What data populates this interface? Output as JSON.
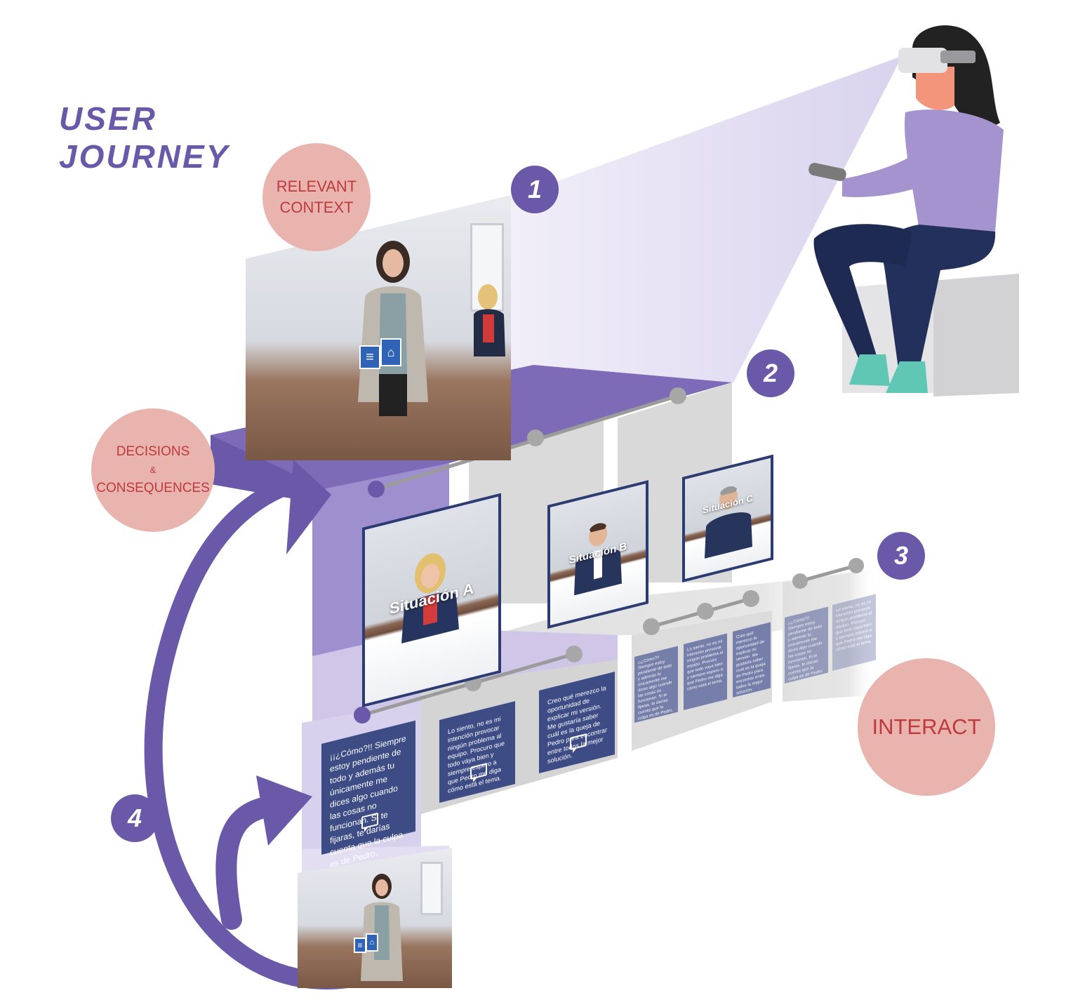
{
  "title": {
    "line1": "USER",
    "line2": "JOURNEY"
  },
  "bubbles": {
    "relevant_context": {
      "line1": "RELEVANT",
      "line2": "CONTEXT"
    },
    "decisions": {
      "line1": "DECISIONS",
      "amp": "&",
      "line2": "CONSEQUENCES"
    },
    "interact": {
      "label": "INTERACT"
    }
  },
  "steps": [
    "1",
    "2",
    "3",
    "4"
  ],
  "situations": [
    {
      "label": "Situación A"
    },
    {
      "label": "Situación B"
    },
    {
      "label": "Situación C"
    }
  ],
  "responses": [
    {
      "text": "¡¡¿Cómo?!! Siempre estoy pendiente de todo y además tu únicamente me dices algo cuando las cosas no funcionan. Si te fijaras, te darías cuenta que la culpa es de Pedro."
    },
    {
      "text": "Lo siento, no es mi intención provocar ningún problema al equipo. Procuro que todo vaya bien y siempre espero a que Pedro me diga cómo está el tema."
    },
    {
      "text": "Creo qué merezco la oportunidad de explicar mi versión. Me gustaría saber cuál es la queja de Pedro para encontrar entre todos la mejor solución."
    }
  ],
  "colors": {
    "purple": "#6a58a8",
    "purple_light": "#c9c0e4",
    "purple_pale": "#ddd7ef",
    "pink": "#e8b4ad",
    "red_text": "#c0393f",
    "navy": "#2c3b72",
    "gray_panel": "#d6d6d6"
  },
  "icons": [
    "vr-headset-icon",
    "controller-icon",
    "menu-icon",
    "home-icon",
    "chat-bubble-icon",
    "curved-arrow-icon"
  ]
}
